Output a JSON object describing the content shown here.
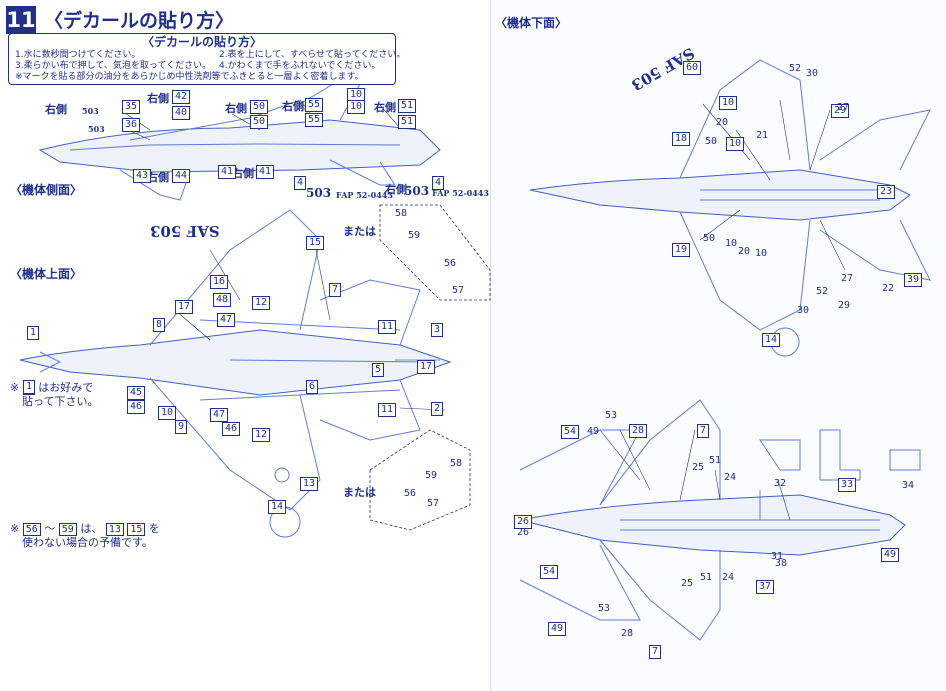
{
  "header": {
    "step_number": "11",
    "title": "〈デカールの貼り方〉"
  },
  "howto": {
    "title": "〈デカールの貼り方〉",
    "items": [
      "1.水に数秒間つけてください。",
      "2.表を上にして、すべらせて貼ってください。",
      "3.柔らかい布で押して、気泡を取ってください。",
      "4.かわくまで手をふれないでください。",
      "※マークを貼る部分の油分をあらかじめ中性洗剤等でふきとると一層よく密着します。"
    ]
  },
  "sections": {
    "side": "〈機体側面〉",
    "top": "〈機体上面〉",
    "bottom": "〈機体下面〉"
  },
  "labels": {
    "right_side": "右側",
    "or": "または"
  },
  "notes": {
    "option_1_a": "※",
    "option_1_b": "はお好みで",
    "option_1_c": "貼って下さい。",
    "spare_a": "※",
    "spare_b": "～",
    "spare_c": "は、",
    "spare_d": "を",
    "spare_e": "使わない場合の予備です。"
  },
  "markings": {
    "saf": "SAF 503",
    "tail_no": "503",
    "serial": "FAP 52-0443",
    "tail_small": "503"
  },
  "colors": {
    "ink": "#1f2f8a",
    "line_art": "#5d7cd4"
  },
  "callouts": {
    "side": [
      "35",
      "36",
      "42",
      "40",
      "50",
      "50",
      "55",
      "55",
      "10",
      "10",
      "51",
      "51",
      "43",
      "44",
      "41",
      "41",
      "4",
      "4"
    ],
    "top": [
      "1",
      "1",
      "8",
      "17",
      "48",
      "47",
      "12",
      "15",
      "16",
      "7",
      "11",
      "3",
      "5",
      "6",
      "17",
      "11",
      "2",
      "47",
      "46",
      "45",
      "46",
      "10",
      "9",
      "12",
      "13",
      "14",
      "58",
      "59",
      "56",
      "57",
      "58",
      "59",
      "56",
      "57"
    ],
    "bottom": [
      "60",
      "52",
      "30",
      "10",
      "29",
      "27",
      "18",
      "50",
      "20",
      "21",
      "10",
      "23",
      "19",
      "50",
      "10",
      "20",
      "10",
      "27",
      "52",
      "29",
      "30",
      "22",
      "39",
      "14"
    ],
    "lower_bottom": [
      "53",
      "54",
      "49",
      "28",
      "7",
      "25",
      "51",
      "24",
      "26",
      "26",
      "32",
      "33",
      "34",
      "31",
      "38",
      "37",
      "24",
      "51",
      "25",
      "54",
      "53",
      "49",
      "28",
      "7",
      "49"
    ]
  },
  "spare_refs": {
    "a": "56",
    "b": "59",
    "c": "13",
    "d": "15",
    "opt": "1"
  }
}
